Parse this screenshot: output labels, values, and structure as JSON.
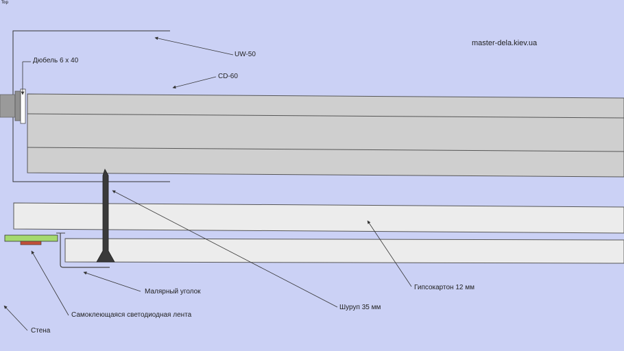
{
  "view_label": "Top",
  "watermark": "master-dela.kiev.ua",
  "labels": {
    "uw50": "UW-50",
    "dowel": "Дюбель 6 х 40",
    "cd60": "CD-60",
    "corner": "Малярный уголок",
    "led": "Самоклеющаяся светодиодная лента",
    "wall": "Стена",
    "screw": "Шуруп 35 мм",
    "drywall": "Гипсокартон 12 мм"
  },
  "colors": {
    "background": "#cbd1f5",
    "profile_fill": "#cfcfcf",
    "drywall_fill": "#ececec",
    "screw_fill": "#3a3a3a",
    "led_strip": "#a5d96f",
    "led_base": "#c0503a",
    "line": "#333333"
  }
}
